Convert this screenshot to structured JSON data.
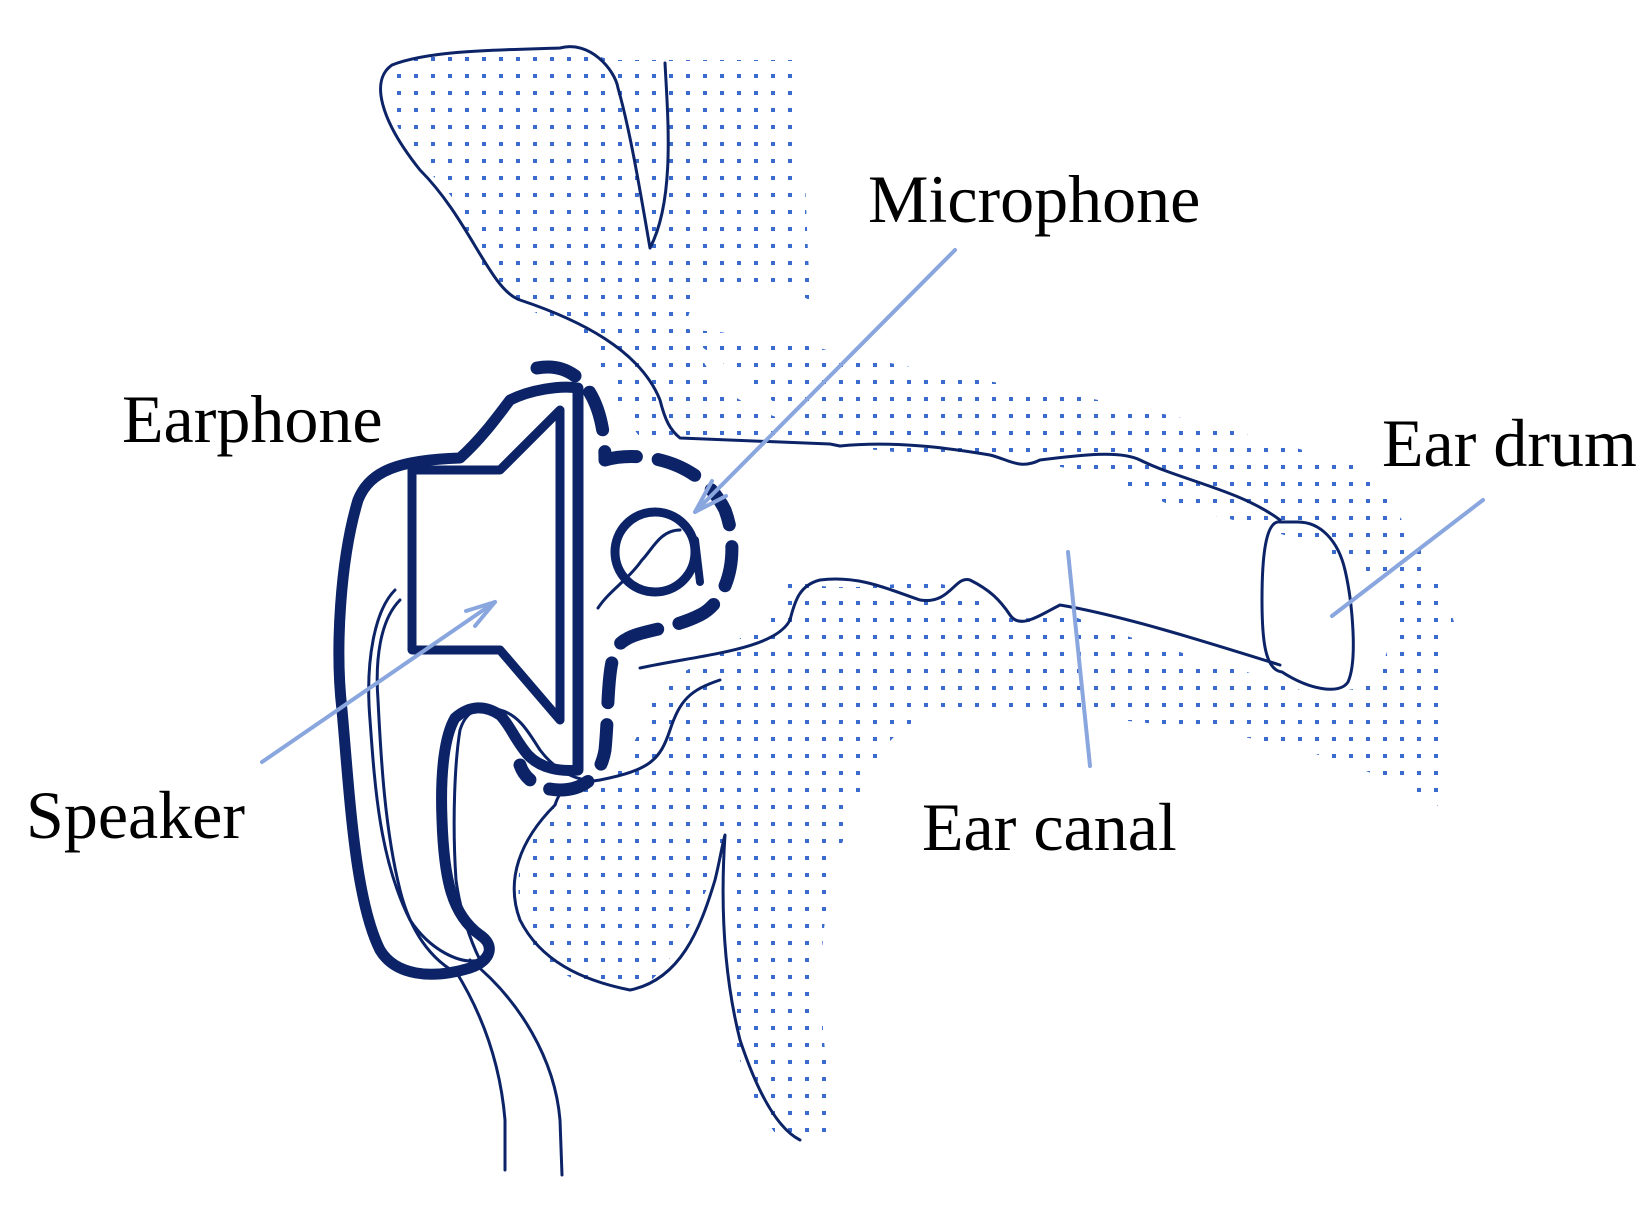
{
  "labels": {
    "microphone": "Microphone",
    "earphone": "Earphone",
    "ear_drum": "Ear drum",
    "speaker": "Speaker",
    "ear_canal": "Ear canal"
  },
  "colors": {
    "outline": "#0c2467",
    "dots": "#3b6ccd",
    "pointer": "#8aa6de",
    "text": "#000000",
    "background": "#ffffff"
  }
}
